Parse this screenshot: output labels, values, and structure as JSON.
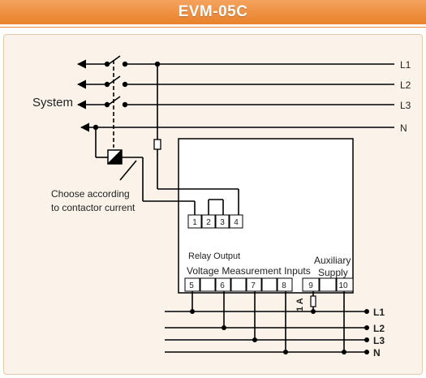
{
  "header": {
    "title": "EVM-05C"
  },
  "diagram": {
    "system_label": "System",
    "top_lines": [
      "L1",
      "L2",
      "L3",
      "N"
    ],
    "bottom_lines": [
      "L1",
      "L2",
      "L3",
      "N"
    ],
    "contactor_note_line1": "Choose according",
    "contactor_note_line2": "to contactor current",
    "relay_output_label": "Relay Output",
    "voltage_inputs_label": "Voltage Measurement Inputs",
    "auxiliary_label": "Auxiliary",
    "supply_label": "Supply",
    "relay_terminals": [
      "1",
      "2",
      "3",
      "4"
    ],
    "input_terminals": [
      "5",
      "6",
      "7",
      "8",
      "9",
      "10"
    ],
    "fuse_label": "1 A"
  }
}
